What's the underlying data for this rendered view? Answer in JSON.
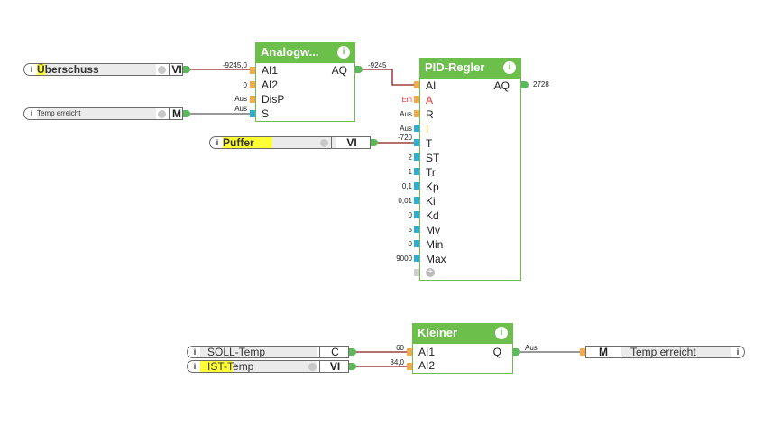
{
  "inputs": {
    "ueberschuss": {
      "highlight": "Ü",
      "rest": "berschuss",
      "type": "VI"
    },
    "temp_erreicht_in": {
      "name": "Temp erreicht",
      "type": "M"
    },
    "puffer": {
      "highlight": "Puffer",
      "rest": "",
      "type": "VI"
    },
    "soll_temp": {
      "name": "SOLL-Temp",
      "type": "C"
    },
    "ist_temp": {
      "highlight": "IST-T",
      "rest": "emp",
      "type": "VI"
    }
  },
  "outputs": {
    "temp_erreicht_out": {
      "name": "Temp erreicht",
      "type": "M"
    }
  },
  "blocks": {
    "analog": {
      "title": "Analogw...",
      "output": "AQ",
      "pins": [
        "AI1",
        "AI2",
        "DisP",
        "S"
      ],
      "values": [
        "-9245,0",
        "0",
        "Aus",
        "Aus"
      ],
      "out_value": "-9245"
    },
    "pid": {
      "title": "PID-Regler",
      "output": "AQ",
      "out_value": "2728",
      "pins": [
        "AI",
        "A",
        "R",
        "I",
        "T",
        "ST",
        "Tr",
        "Kp",
        "Ki",
        "Kd",
        "Mv",
        "Min",
        "Max"
      ],
      "values": [
        "",
        "Ein",
        "Aus",
        "Aus",
        "-720",
        "2",
        "1",
        "0,1",
        "0,01",
        "0",
        "5",
        "0",
        "9000"
      ]
    },
    "kleiner": {
      "title": "Kleiner",
      "output": "Q",
      "pins": [
        "AI1",
        "AI2"
      ],
      "values": [
        "60",
        "34,0"
      ],
      "out_value": "Aus"
    }
  },
  "icons": {
    "info": "i",
    "add": "+"
  }
}
